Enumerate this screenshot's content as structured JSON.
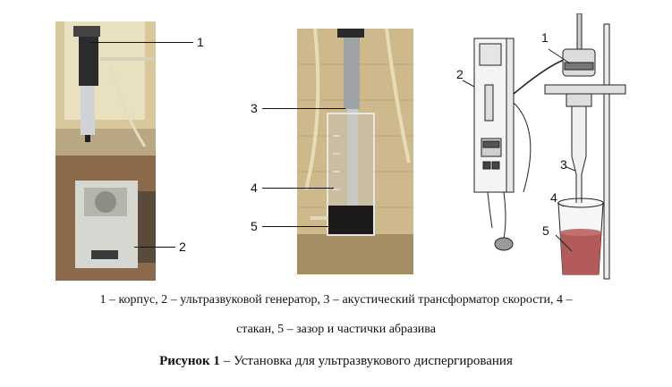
{
  "figure": {
    "callouts_left": [
      "1",
      "2"
    ],
    "callouts_middle": [
      "3",
      "4",
      "5"
    ],
    "callouts_right": [
      "1",
      "2",
      "3",
      "4",
      "5"
    ]
  },
  "caption": {
    "line1": "1 – корпус, 2 – ультразвуковой генератор, 3 – акустический трансформатор скорости, 4 –",
    "line2": "стакан, 5 – зазор и частички абразива"
  },
  "figure_title": {
    "label": "Рисунок 1",
    "text": " – Установка для ультразвукового диспергирования"
  }
}
